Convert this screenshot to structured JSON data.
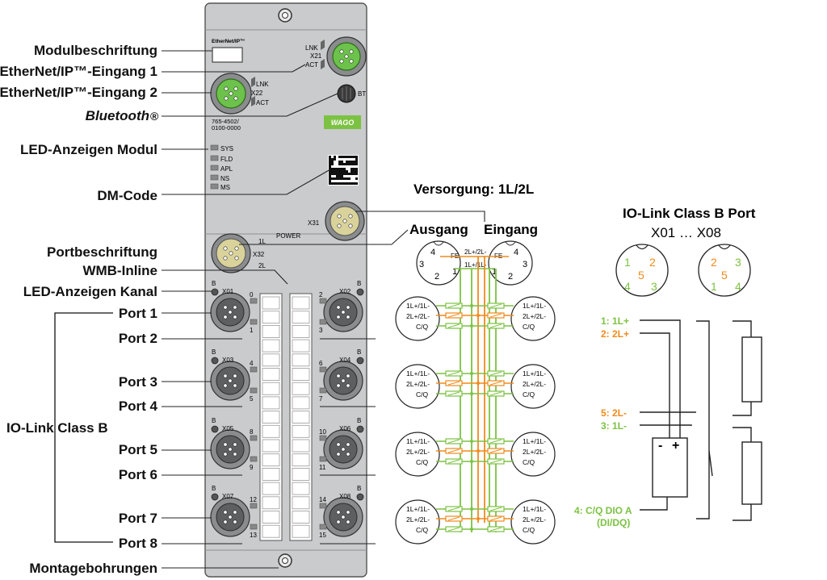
{
  "left_labels": {
    "modulbeschriftung": "Modulbeschriftung",
    "ethernet_1": "EtherNet/IP™-Eingang 1",
    "ethernet_2": "EtherNet/IP™-Eingang 2",
    "bluetooth": "Bluetooth",
    "bluetooth_reg": "®",
    "led_modul": "LED-Anzeigen Modul",
    "dm_code": "DM-Code",
    "portbeschriftung": "Portbeschriftung",
    "wmb_inline": "WMB-Inline",
    "led_kanal": "LED-Anzeigen Kanal",
    "port1": "Port 1",
    "port2": "Port 2",
    "port3": "Port 3",
    "port4": "Port 4",
    "port5": "Port 5",
    "port6": "Port 6",
    "port7": "Port 7",
    "port8": "Port 8",
    "io_link_class_b": "IO-Link Class B",
    "montagebohrungen": "Montagebohrungen"
  },
  "module": {
    "ethernet_logo": "EtherNet/IP™",
    "x21": "X21",
    "x22": "X22",
    "lnk": "LNK",
    "act": "ACT",
    "bt": "BT",
    "part_line1": "765-4502/",
    "part_line2": "0100-0000",
    "brand": "WAGO",
    "leds": [
      "SYS",
      "FLD",
      "APL",
      "NS",
      "MS"
    ],
    "x31": "X31",
    "power": "POWER",
    "x32": "X32",
    "l1": "1L",
    "l2": "2L",
    "b": "B",
    "ports_left": [
      "X01",
      "X03",
      "X05",
      "X07"
    ],
    "ports_right": [
      "X02",
      "X04",
      "X06",
      "X08"
    ],
    "ch_left": [
      [
        "0",
        "1"
      ],
      [
        "4",
        "5"
      ],
      [
        "8",
        "9"
      ],
      [
        "12",
        "13"
      ]
    ],
    "ch_right": [
      [
        "2",
        "3"
      ],
      [
        "6",
        "7"
      ],
      [
        "10",
        "11"
      ],
      [
        "14",
        "15"
      ]
    ]
  },
  "supply": {
    "title": "Versorgung: 1L/2L",
    "ausgang": "Ausgang",
    "eingang": "Eingang",
    "pin1": "1",
    "pin2": "2",
    "pin3": "3",
    "pin4": "4",
    "fe": "FE",
    "l2pair": "2L+/2L-",
    "l1pair": "1L+/1L-"
  },
  "port_circuit": {
    "l1": "1L+/1L-",
    "l2": "2L+/2L-",
    "cq": "C/Q"
  },
  "iolink": {
    "title": "IO-Link Class B Port",
    "range": "X01 … X08",
    "pins_left": [
      "1",
      "2",
      "5",
      "4",
      "3"
    ],
    "pins_right": [
      "2",
      "3",
      "5",
      "1",
      "4"
    ],
    "pin1": "1: 1L+",
    "pin2": "2: 2L+",
    "pin5": "5: 2L-",
    "pin3": "3: 1L-",
    "pin4_a": "4: C/Q DIO A",
    "pin4_b": "(DI/DQ)",
    "minus": "-",
    "plus": "+"
  },
  "colors": {
    "green": "#7cc242",
    "orange": "#f08a1c",
    "housing": "#c9cbcc",
    "connector": "#8a8c8e",
    "connector_green": "#6cc24a"
  }
}
